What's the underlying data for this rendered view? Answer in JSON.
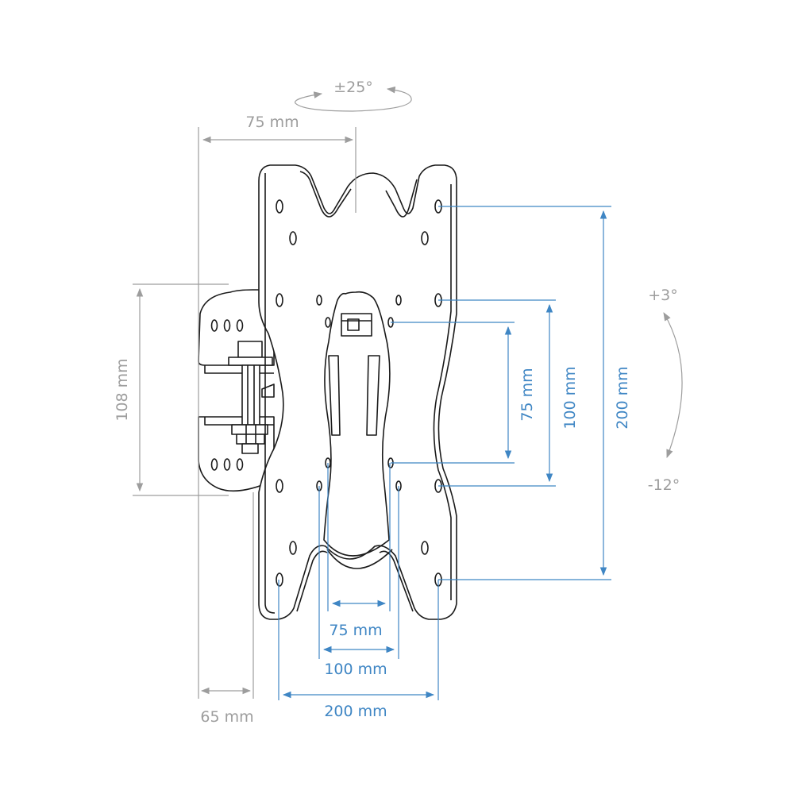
{
  "colors": {
    "background": "#ffffff",
    "outline": "#1a1a1a",
    "gray_dimension": "#9d9d9d",
    "blue_dimension": "#3f86c4"
  },
  "dimensions": {
    "swivel": "±25°",
    "depth_max": "75 mm",
    "wall_plate_height": "108 mm",
    "depth_min": "65 mm",
    "vesa_h_75": "75 mm",
    "vesa_h_100": "100 mm",
    "vesa_h_200": "200 mm",
    "vesa_v_75": "75 mm",
    "vesa_v_100": "100 mm",
    "vesa_v_200": "200 mm",
    "tilt_up": "+3°",
    "tilt_down": "-12°"
  }
}
